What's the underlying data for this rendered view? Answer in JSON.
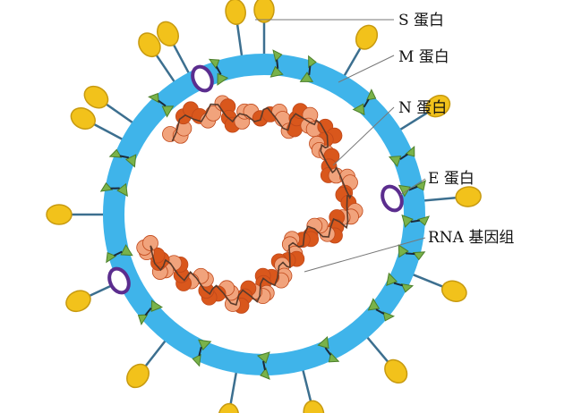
{
  "diagram": {
    "labels": {
      "s_protein": "S 蛋白",
      "m_protein": "M 蛋白",
      "n_protein": "N 蛋白",
      "e_protein": "E 蛋白",
      "rna_genome": "RNA 基因组"
    },
    "colors": {
      "membrane": "#3fb4ea",
      "m_protein": "#79b24a",
      "m_protein_edge": "#4c7f2a",
      "s_head": "#f2c21b",
      "s_head_edge": "#c79a10",
      "s_stalk": "#3c6f8f",
      "e_protein": "#5b2d8e",
      "n_dark": "#d9571c",
      "n_light": "#f1a37c",
      "rna_strand": "#5a3a2a",
      "leader": "#777777",
      "text": "#111111"
    },
    "icons": {
      "spike": "spike-protein-icon",
      "membrane_protein": "membrane-protein-icon",
      "envelope_protein": "envelope-protein-icon",
      "nucleocapsid": "nucleocapsid-bead-icon"
    }
  }
}
